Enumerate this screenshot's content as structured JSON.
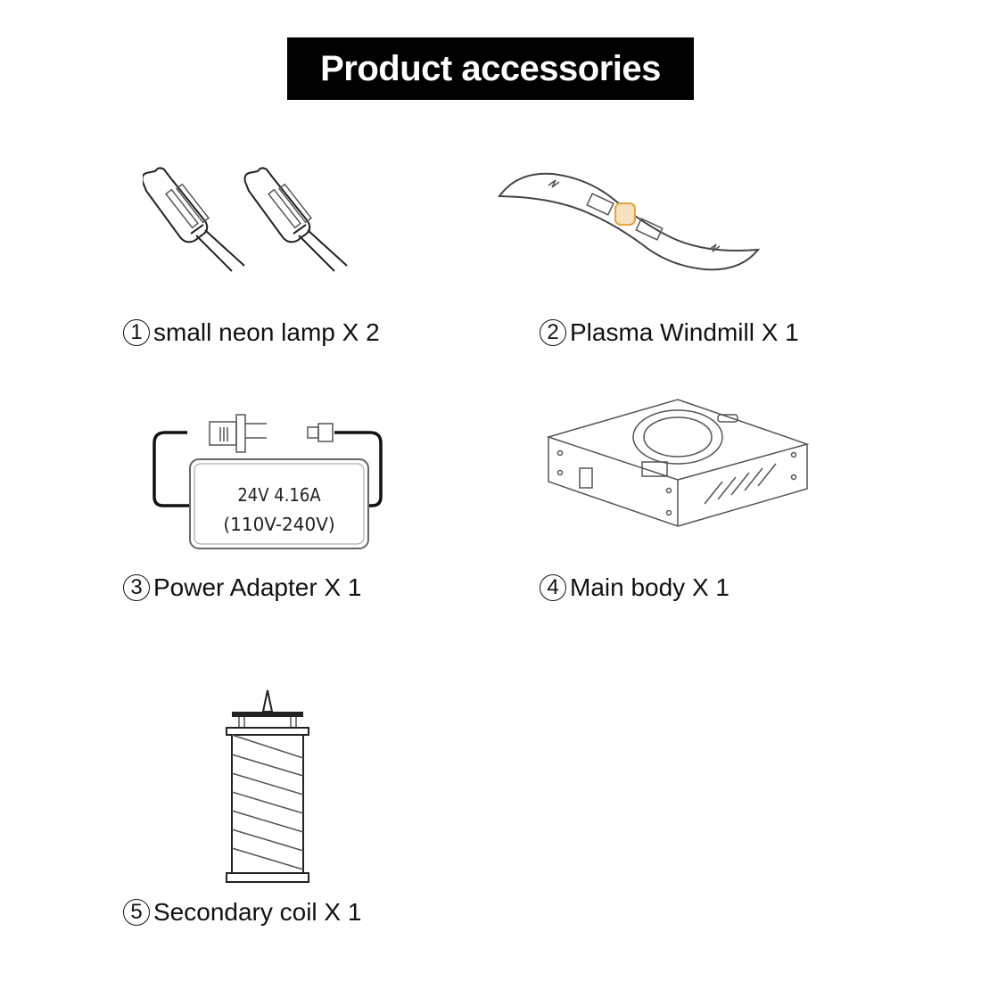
{
  "title": "Product accessories",
  "items": [
    {
      "number": "1",
      "label": "small neon lamp X 2"
    },
    {
      "number": "2",
      "label": "Plasma Windmill X 1"
    },
    {
      "number": "3",
      "label": "Power Adapter X 1"
    },
    {
      "number": "4",
      "label": "Main body X 1"
    },
    {
      "number": "5",
      "label": "Secondary coil X 1"
    }
  ],
  "adapter": {
    "rating": "24V  4.16A",
    "input": "(110V-240V)"
  },
  "colors": {
    "title_bg": "#000000",
    "title_text": "#ffffff",
    "windmill_accent": "#e8a040"
  }
}
